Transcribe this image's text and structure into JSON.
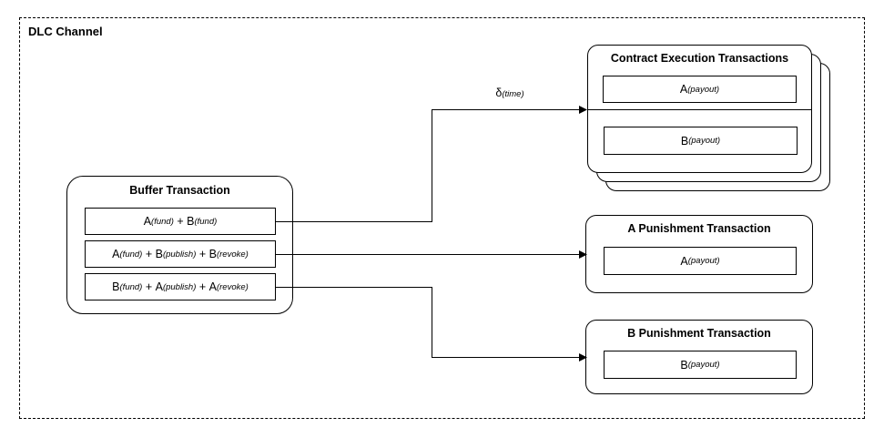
{
  "dlc_channel": {
    "label": "DLC Channel"
  },
  "buffer": {
    "title": "Buffer Transaction",
    "rows": [
      [
        {
          "text": "A",
          "style": "base"
        },
        {
          "text": "(fund)",
          "style": "sub"
        },
        {
          "text": " + ",
          "style": "base"
        },
        {
          "text": "B",
          "style": "base"
        },
        {
          "text": "(fund)",
          "style": "sub"
        }
      ],
      [
        {
          "text": "A",
          "style": "base"
        },
        {
          "text": "(fund)",
          "style": "sub"
        },
        {
          "text": " + ",
          "style": "base"
        },
        {
          "text": "B",
          "style": "base"
        },
        {
          "text": "(publish)",
          "style": "sub"
        },
        {
          "text": " + ",
          "style": "base"
        },
        {
          "text": "B",
          "style": "base"
        },
        {
          "text": "(revoke)",
          "style": "sub"
        }
      ],
      [
        {
          "text": "B",
          "style": "base"
        },
        {
          "text": "(fund)",
          "style": "sub"
        },
        {
          "text": " + ",
          "style": "base"
        },
        {
          "text": "A",
          "style": "base"
        },
        {
          "text": "(publish)",
          "style": "sub"
        },
        {
          "text": " + ",
          "style": "base"
        },
        {
          "text": "A",
          "style": "base"
        },
        {
          "text": "(revoke)",
          "style": "sub"
        }
      ]
    ]
  },
  "contract_execution": {
    "title": "Contract Execution Transactions",
    "outputs": [
      [
        {
          "text": "A",
          "style": "base"
        },
        {
          "text": "(payout)",
          "style": "sub"
        }
      ],
      [
        {
          "text": "B",
          "style": "base"
        },
        {
          "text": "(payout)",
          "style": "sub"
        }
      ]
    ]
  },
  "a_punishment": {
    "title": "A Punishment Transaction",
    "output": [
      {
        "text": "A",
        "style": "base"
      },
      {
        "text": "(payout)",
        "style": "sub"
      }
    ]
  },
  "b_punishment": {
    "title": "B Punishment Transaction",
    "output": [
      {
        "text": "B",
        "style": "base"
      },
      {
        "text": "(payout)",
        "style": "sub"
      }
    ]
  },
  "edge_labels": {
    "delta_time": [
      {
        "text": "δ",
        "style": "base"
      },
      {
        "text": "(time)",
        "style": "sub"
      }
    ]
  },
  "colors": {
    "line": "#000000",
    "background": "#ffffff"
  }
}
